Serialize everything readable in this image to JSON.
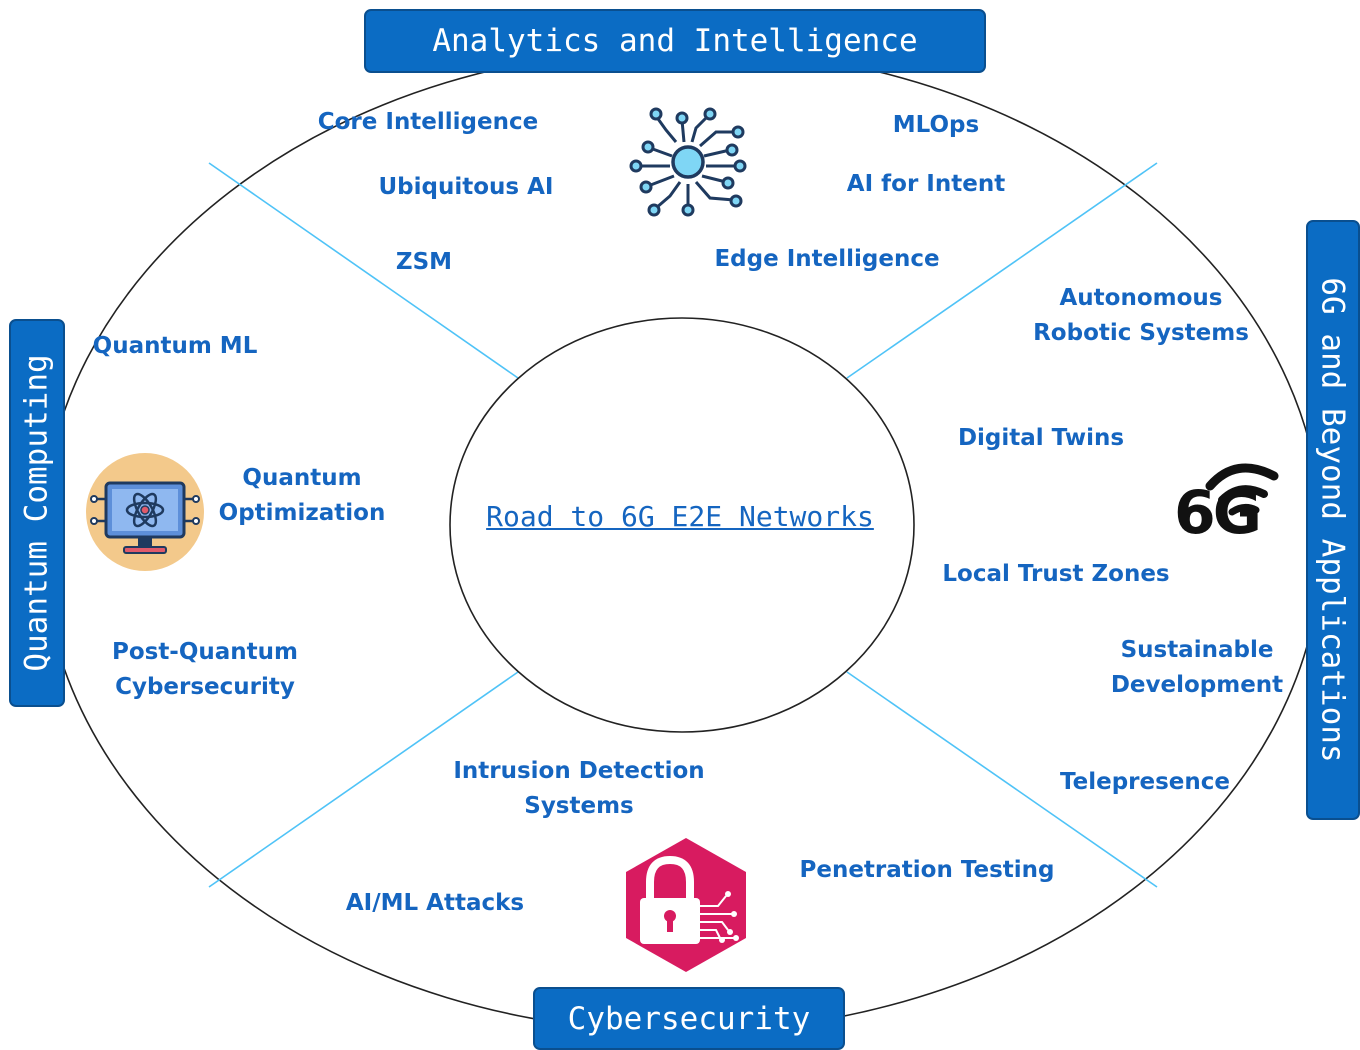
{
  "center_title": "Road to 6G E2E Networks",
  "banners": {
    "top": "Analytics and Intelligence",
    "left": "Quantum Computing",
    "right": "6G and Beyond Applications",
    "bottom": "Cybersecurity"
  },
  "analytics_items": {
    "core_intelligence": "Core Intelligence",
    "ubiquitous_ai": "Ubiquitous AI",
    "zsm": "ZSM",
    "mlops": "MLOps",
    "ai_for_intent": "AI for Intent",
    "edge_intelligence": "Edge Intelligence"
  },
  "quantum_items": {
    "quantum_ml": "Quantum ML",
    "quantum_optimization": [
      "Quantum",
      "Optimization"
    ],
    "post_quantum_cybersecurity": [
      "Post-Quantum",
      "Cybersecurity"
    ]
  },
  "applications_items": {
    "autonomous_robotic_systems": [
      "Autonomous",
      "Robotic Systems"
    ],
    "digital_twins": "Digital Twins",
    "local_trust_zones": "Local Trust Zones",
    "sustainable_development": [
      "Sustainable",
      "Development"
    ],
    "telepresence": "Telepresence"
  },
  "cybersecurity_items": {
    "intrusion_detection_systems": [
      "Intrusion Detection",
      "Systems"
    ],
    "ai_ml_attacks": "AI/ML Attacks",
    "penetration_testing": "Penetration Testing"
  },
  "icons": {
    "analytics": "neural-network-icon",
    "quantum": "quantum-computer-icon",
    "applications": "6g-signal-icon",
    "cybersecurity": "padlock-circuit-icon"
  },
  "icon_text": {
    "six_g": "6G"
  },
  "colors": {
    "banner": "#0b6cc4",
    "label": "#1565c0",
    "divider": "#4fc3f7",
    "lock_bg": "#d81b60",
    "quantum_bg": "#f3c98b"
  }
}
